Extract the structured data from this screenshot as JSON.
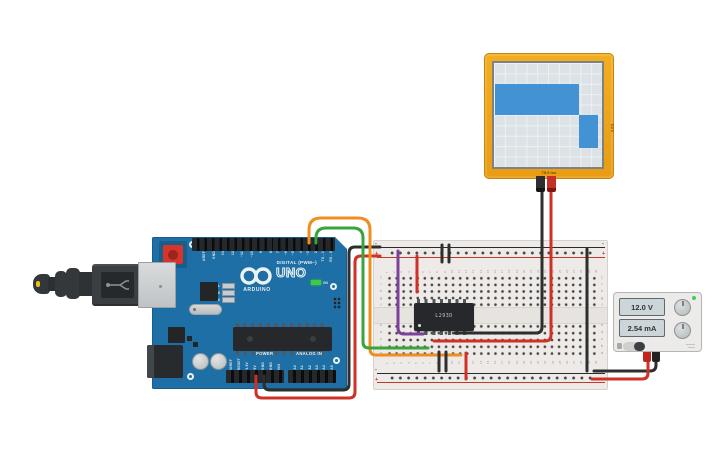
{
  "colors": {
    "wire_red": "#cf3127",
    "wire_black": "#2e2e2e",
    "wire_orange": "#ef8e1e",
    "wire_green": "#37a43c",
    "wire_purple": "#7d4199",
    "board_blue": "#1e6fa5",
    "scope_frame": "#f0a61e",
    "trace_blue": "#4292d4"
  },
  "arduino": {
    "logo_text": "ARDUINO",
    "model_text": "UNO",
    "digital_banner": "DIGITAL (PWM~)",
    "power_banner": "POWER",
    "analog_banner": "ANALOG IN",
    "on_led_label": "ON",
    "led_labels": [
      "L",
      "TX",
      "RX"
    ],
    "digital_pins_left": [
      "AREF",
      "GND",
      "13",
      "12",
      "~11",
      "~10",
      "9",
      "8"
    ],
    "digital_pins_right": [
      "7",
      "~6",
      "~5",
      "4",
      "~3",
      "2",
      "TX→1",
      "RX←0"
    ],
    "power_pins": [
      "IOREF",
      "RESET",
      "3.3V",
      "5V",
      "GND",
      "GND",
      "VIN"
    ],
    "analog_pins": [
      "A0",
      "A1",
      "A2",
      "A3",
      "A4",
      "A5"
    ]
  },
  "breadboard": {
    "rail_labels": {
      "minus": "-",
      "plus": "+"
    },
    "column_numbers": [
      "1",
      "2",
      "3",
      "4",
      "5",
      "6",
      "7",
      "8",
      "9",
      "10",
      "11",
      "12",
      "13",
      "14",
      "15",
      "16",
      "17",
      "18",
      "19",
      "20",
      "21",
      "22",
      "23",
      "24",
      "25",
      "26",
      "27",
      "28",
      "29",
      "30"
    ],
    "row_letters_top": [
      "j",
      "i",
      "h",
      "g",
      "f"
    ],
    "row_letters_bottom": [
      "e",
      "d",
      "c",
      "b",
      "a"
    ]
  },
  "chip": {
    "label": "L293D"
  },
  "oscilloscope": {
    "time_label": "75.0 ms",
    "scale_label": "5.0 V",
    "waveform_note": "solid blue high band across ~78% of sweep, then lower band to right edge"
  },
  "power_supply": {
    "voltage_display": "12.0 V",
    "current_display": "2.54 mA"
  }
}
